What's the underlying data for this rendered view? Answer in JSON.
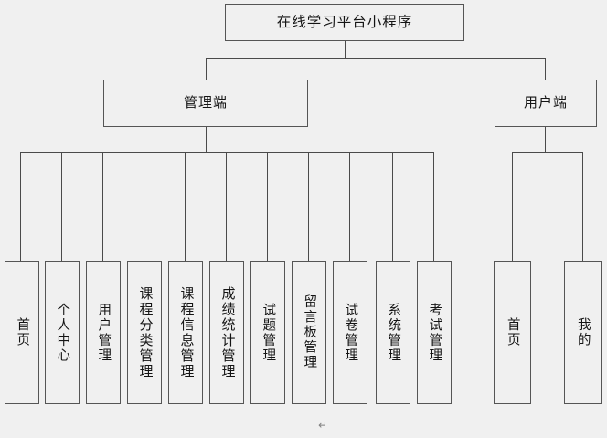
{
  "diagram": {
    "type": "tree",
    "title": "在线学习平台小程序",
    "root": {
      "label": "在线学习平台小程序"
    },
    "branches": [
      {
        "id": "admin",
        "label": "管理端"
      },
      {
        "id": "user",
        "label": "用户端"
      }
    ],
    "admin_leaves": [
      {
        "label": "首页"
      },
      {
        "label": "个人中心"
      },
      {
        "label": "用户管理"
      },
      {
        "label": "课程分类管理"
      },
      {
        "label": "课程信息管理"
      },
      {
        "label": "成绩统计管理"
      },
      {
        "label": "试题管理"
      },
      {
        "label": "留言板管理"
      },
      {
        "label": "试卷管理"
      },
      {
        "label": "系统管理"
      },
      {
        "label": "考试管理"
      }
    ],
    "user_leaves": [
      {
        "label": "首页"
      },
      {
        "label": "我的"
      }
    ],
    "footer_mark": "↵",
    "colors": {
      "background": "#f0f0f0",
      "box_fill": "#f0f0f0",
      "box_border": "#555555",
      "connector": "#4a4a4a",
      "text": "#141414"
    }
  }
}
